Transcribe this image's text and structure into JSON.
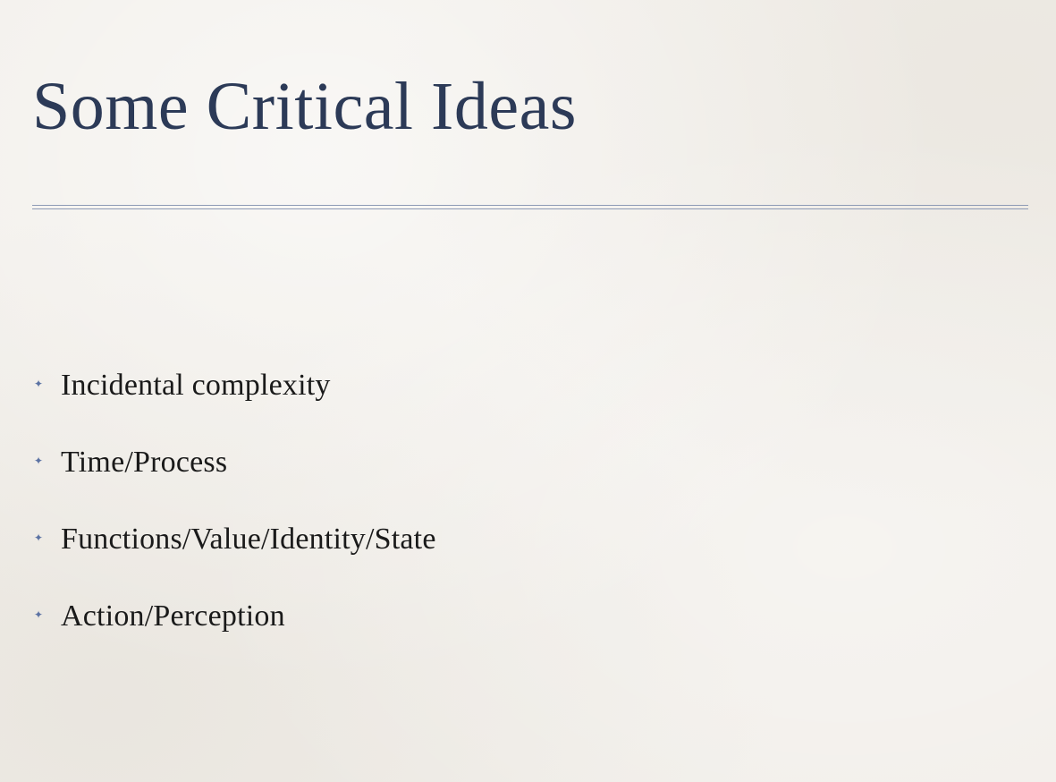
{
  "slide": {
    "title": "Some Critical Ideas",
    "bullets": [
      {
        "text": "Incidental complexity",
        "icon": "four-point-star-icon"
      },
      {
        "text": "Time/Process",
        "icon": "four-point-star-icon"
      },
      {
        "text": "Functions/Value/Identity/State",
        "icon": "four-point-star-icon"
      },
      {
        "text": "Action/Perception",
        "icon": "four-point-star-icon"
      }
    ]
  },
  "colors": {
    "background": "#f1eee9",
    "title": "#2c3a57",
    "rule": "#8e9bb6",
    "bullet_icon": "#5b72a3",
    "body_text": "#1a1a1a"
  }
}
